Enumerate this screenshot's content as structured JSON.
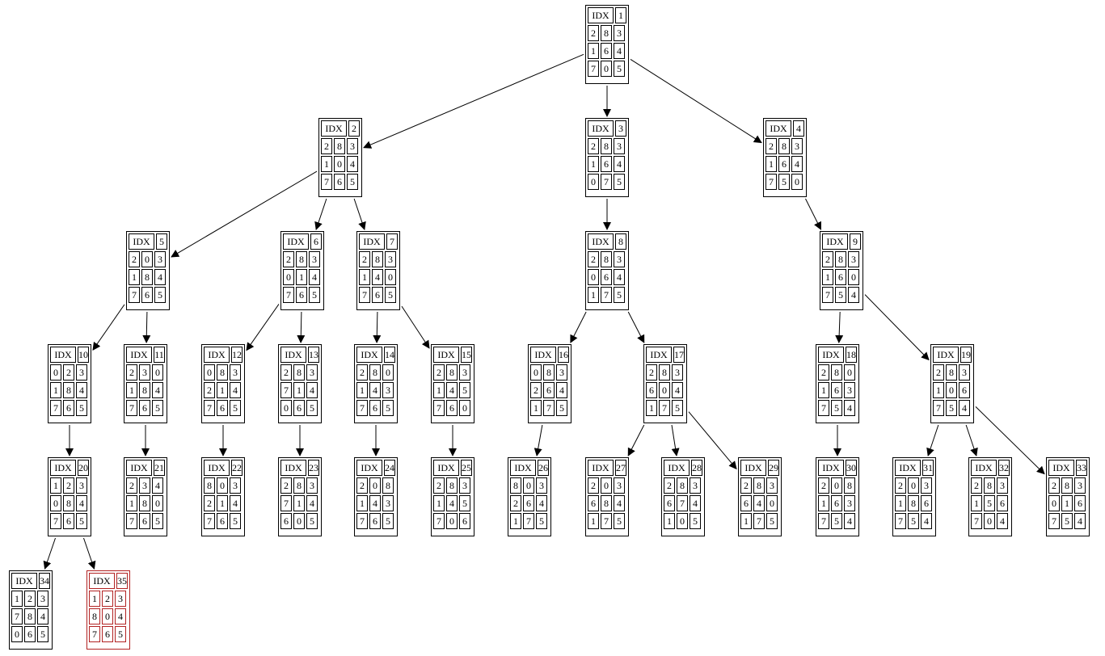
{
  "idx_label": "IDX",
  "goal_color": "#b22222",
  "nodes": [
    {
      "id": 1,
      "tiles": [
        [
          2,
          8,
          3
        ],
        [
          1,
          6,
          4
        ],
        [
          7,
          0,
          5
        ]
      ]
    },
    {
      "id": 2,
      "tiles": [
        [
          2,
          8,
          3
        ],
        [
          1,
          0,
          4
        ],
        [
          7,
          6,
          5
        ]
      ]
    },
    {
      "id": 3,
      "tiles": [
        [
          2,
          8,
          3
        ],
        [
          1,
          6,
          4
        ],
        [
          0,
          7,
          5
        ]
      ]
    },
    {
      "id": 4,
      "tiles": [
        [
          2,
          8,
          3
        ],
        [
          1,
          6,
          4
        ],
        [
          7,
          5,
          0
        ]
      ]
    },
    {
      "id": 5,
      "tiles": [
        [
          2,
          0,
          3
        ],
        [
          1,
          8,
          4
        ],
        [
          7,
          6,
          5
        ]
      ]
    },
    {
      "id": 6,
      "tiles": [
        [
          2,
          8,
          3
        ],
        [
          0,
          1,
          4
        ],
        [
          7,
          6,
          5
        ]
      ]
    },
    {
      "id": 7,
      "tiles": [
        [
          2,
          8,
          3
        ],
        [
          1,
          4,
          0
        ],
        [
          7,
          6,
          5
        ]
      ]
    },
    {
      "id": 8,
      "tiles": [
        [
          2,
          8,
          3
        ],
        [
          0,
          6,
          4
        ],
        [
          1,
          7,
          5
        ]
      ]
    },
    {
      "id": 9,
      "tiles": [
        [
          2,
          8,
          3
        ],
        [
          1,
          6,
          0
        ],
        [
          7,
          5,
          4
        ]
      ]
    },
    {
      "id": 10,
      "tiles": [
        [
          0,
          2,
          3
        ],
        [
          1,
          8,
          4
        ],
        [
          7,
          6,
          5
        ]
      ]
    },
    {
      "id": 11,
      "tiles": [
        [
          2,
          3,
          0
        ],
        [
          1,
          8,
          4
        ],
        [
          7,
          6,
          5
        ]
      ]
    },
    {
      "id": 12,
      "tiles": [
        [
          0,
          8,
          3
        ],
        [
          2,
          1,
          4
        ],
        [
          7,
          6,
          5
        ]
      ]
    },
    {
      "id": 13,
      "tiles": [
        [
          2,
          8,
          3
        ],
        [
          7,
          1,
          4
        ],
        [
          0,
          6,
          5
        ]
      ]
    },
    {
      "id": 14,
      "tiles": [
        [
          2,
          8,
          0
        ],
        [
          1,
          4,
          3
        ],
        [
          7,
          6,
          5
        ]
      ]
    },
    {
      "id": 15,
      "tiles": [
        [
          2,
          8,
          3
        ],
        [
          1,
          4,
          5
        ],
        [
          7,
          6,
          0
        ]
      ]
    },
    {
      "id": 16,
      "tiles": [
        [
          0,
          8,
          3
        ],
        [
          2,
          6,
          4
        ],
        [
          1,
          7,
          5
        ]
      ]
    },
    {
      "id": 17,
      "tiles": [
        [
          2,
          8,
          3
        ],
        [
          6,
          0,
          4
        ],
        [
          1,
          7,
          5
        ]
      ]
    },
    {
      "id": 18,
      "tiles": [
        [
          2,
          8,
          0
        ],
        [
          1,
          6,
          3
        ],
        [
          7,
          5,
          4
        ]
      ]
    },
    {
      "id": 19,
      "tiles": [
        [
          2,
          8,
          3
        ],
        [
          1,
          0,
          6
        ],
        [
          7,
          5,
          4
        ]
      ]
    },
    {
      "id": 20,
      "tiles": [
        [
          1,
          2,
          3
        ],
        [
          0,
          8,
          4
        ],
        [
          7,
          6,
          5
        ]
      ]
    },
    {
      "id": 21,
      "tiles": [
        [
          2,
          3,
          4
        ],
        [
          1,
          8,
          0
        ],
        [
          7,
          6,
          5
        ]
      ]
    },
    {
      "id": 22,
      "tiles": [
        [
          8,
          0,
          3
        ],
        [
          2,
          1,
          4
        ],
        [
          7,
          6,
          5
        ]
      ]
    },
    {
      "id": 23,
      "tiles": [
        [
          2,
          8,
          3
        ],
        [
          7,
          1,
          4
        ],
        [
          6,
          0,
          5
        ]
      ]
    },
    {
      "id": 24,
      "tiles": [
        [
          2,
          0,
          8
        ],
        [
          1,
          4,
          3
        ],
        [
          7,
          6,
          5
        ]
      ]
    },
    {
      "id": 25,
      "tiles": [
        [
          2,
          8,
          3
        ],
        [
          1,
          4,
          5
        ],
        [
          7,
          0,
          6
        ]
      ]
    },
    {
      "id": 26,
      "tiles": [
        [
          8,
          0,
          3
        ],
        [
          2,
          6,
          4
        ],
        [
          1,
          7,
          5
        ]
      ]
    },
    {
      "id": 27,
      "tiles": [
        [
          2,
          0,
          3
        ],
        [
          6,
          8,
          4
        ],
        [
          1,
          7,
          5
        ]
      ]
    },
    {
      "id": 28,
      "tiles": [
        [
          2,
          8,
          3
        ],
        [
          6,
          7,
          4
        ],
        [
          1,
          0,
          5
        ]
      ]
    },
    {
      "id": 29,
      "tiles": [
        [
          2,
          8,
          3
        ],
        [
          6,
          4,
          0
        ],
        [
          1,
          7,
          5
        ]
      ]
    },
    {
      "id": 30,
      "tiles": [
        [
          2,
          0,
          8
        ],
        [
          1,
          6,
          3
        ],
        [
          7,
          5,
          4
        ]
      ]
    },
    {
      "id": 31,
      "tiles": [
        [
          2,
          0,
          3
        ],
        [
          1,
          8,
          6
        ],
        [
          7,
          5,
          4
        ]
      ]
    },
    {
      "id": 32,
      "tiles": [
        [
          2,
          8,
          3
        ],
        [
          1,
          5,
          6
        ],
        [
          7,
          0,
          4
        ]
      ]
    },
    {
      "id": 33,
      "tiles": [
        [
          2,
          8,
          3
        ],
        [
          0,
          1,
          6
        ],
        [
          7,
          5,
          4
        ]
      ]
    },
    {
      "id": 34,
      "tiles": [
        [
          1,
          2,
          3
        ],
        [
          7,
          8,
          4
        ],
        [
          0,
          6,
          5
        ]
      ]
    },
    {
      "id": 35,
      "tiles": [
        [
          1,
          2,
          3
        ],
        [
          8,
          0,
          4
        ],
        [
          7,
          6,
          5
        ]
      ],
      "goal": true
    }
  ],
  "edges": [
    [
      1,
      2
    ],
    [
      1,
      3
    ],
    [
      1,
      4
    ],
    [
      2,
      5
    ],
    [
      2,
      6
    ],
    [
      2,
      7
    ],
    [
      3,
      8
    ],
    [
      4,
      9
    ],
    [
      5,
      10
    ],
    [
      5,
      11
    ],
    [
      6,
      12
    ],
    [
      6,
      13
    ],
    [
      7,
      14
    ],
    [
      7,
      15
    ],
    [
      8,
      16
    ],
    [
      8,
      17
    ],
    [
      9,
      18
    ],
    [
      9,
      19
    ],
    [
      10,
      20
    ],
    [
      11,
      21
    ],
    [
      12,
      22
    ],
    [
      13,
      23
    ],
    [
      14,
      24
    ],
    [
      15,
      25
    ],
    [
      16,
      26
    ],
    [
      17,
      27
    ],
    [
      17,
      28
    ],
    [
      17,
      29
    ],
    [
      18,
      30
    ],
    [
      19,
      31
    ],
    [
      19,
      32
    ],
    [
      19,
      33
    ],
    [
      20,
      34
    ],
    [
      20,
      35
    ]
  ]
}
